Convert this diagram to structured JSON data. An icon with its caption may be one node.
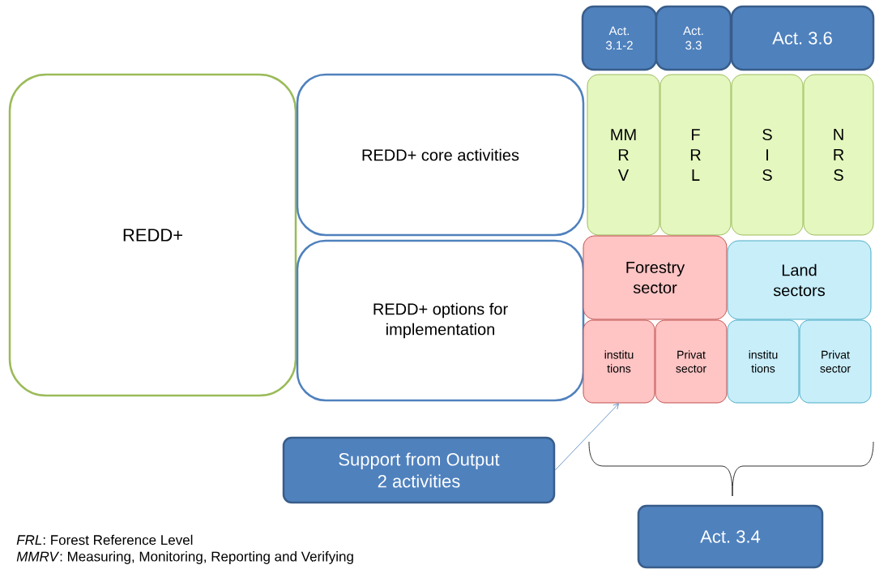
{
  "diagram": {
    "nodes": [
      {
        "text": [
          "REDD+"
        ]
      },
      {
        "text": [
          "REDD+ core activities"
        ]
      },
      {
        "text": [
          "REDD+ options for implementation"
        ]
      },
      {
        "text": [
          "Act. 3.1-2"
        ]
      },
      {
        "text": [
          "Act. 3.3"
        ]
      },
      {
        "text": [
          "Act. 3.6"
        ]
      },
      {
        "text": [
          "MM R V"
        ]
      },
      {
        "text": [
          "F R L"
        ]
      },
      {
        "text": [
          "S I S"
        ]
      },
      {
        "text": [
          "N R S"
        ]
      },
      {
        "text": [
          "Forestry sector"
        ]
      },
      {
        "text": [
          "Land sectors"
        ]
      },
      {
        "text": [
          "institu tions"
        ]
      },
      {
        "text": [
          "Privat sector"
        ]
      },
      {
        "text": [
          "institu tions"
        ]
      },
      {
        "text": [
          "Privat sector"
        ]
      },
      {
        "text": [
          "Support from Output 2 activities"
        ]
      },
      {
        "text": [
          "Act. 3.4"
        ]
      }
    ],
    "edges": [
      {
        "from": 16,
        "to": 12,
        "arrow": "to"
      }
    ],
    "labels": [
      "*FRL*: Forest Reference Level",
      "*MMRV*: Measuring, Monitoring, Reporting and Verifying"
    ]
  }
}
